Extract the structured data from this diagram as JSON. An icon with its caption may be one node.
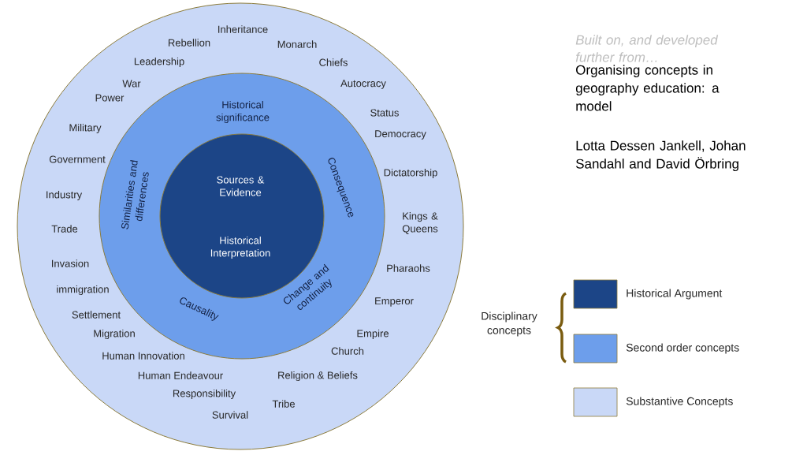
{
  "diagram": {
    "nodes": [
      {
        "text": [
          "Inheritance",
          "Rebellion",
          "Monarch",
          "Leadership",
          "Chiefs",
          "War",
          "Autocracy",
          "Power",
          "Status",
          "Military",
          "Democracy",
          "Government",
          "Dictatorship",
          "Industry",
          "Trade",
          "Kings & Queens",
          "Invasion",
          "Pharaohs",
          "immigration",
          "Emperor",
          "Settlement",
          "Migration",
          "Empire",
          "Church",
          "Human Innovation",
          "Human Endeavour",
          "Religion & Beliefs",
          "Responsibility",
          "Tribe",
          "Survival"
        ]
      },
      {
        "text": [
          "Historical significance",
          "Similarities and differences",
          "Consequence",
          "Change and continuity",
          "Causality"
        ],
        "in": 0
      },
      {
        "text": [
          "Sources & Evidence",
          "Historical Interpretation"
        ],
        "in": 1
      }
    ],
    "edges": [],
    "labels": [
      "Built on, and developed further from…",
      "Organising concepts in geography education: a model",
      "Lotta Dessen Jankell, Johan Sandahl and  David Örbring",
      "Disciplinary concepts"
    ],
    "legend": [
      {
        "text": "Historical Argument",
        "color": "#1c4587"
      },
      {
        "text": "Second order concepts",
        "color": "#6d9eeb"
      },
      {
        "text": "Substantive Concepts",
        "color": "#c9d8f7"
      }
    ]
  }
}
